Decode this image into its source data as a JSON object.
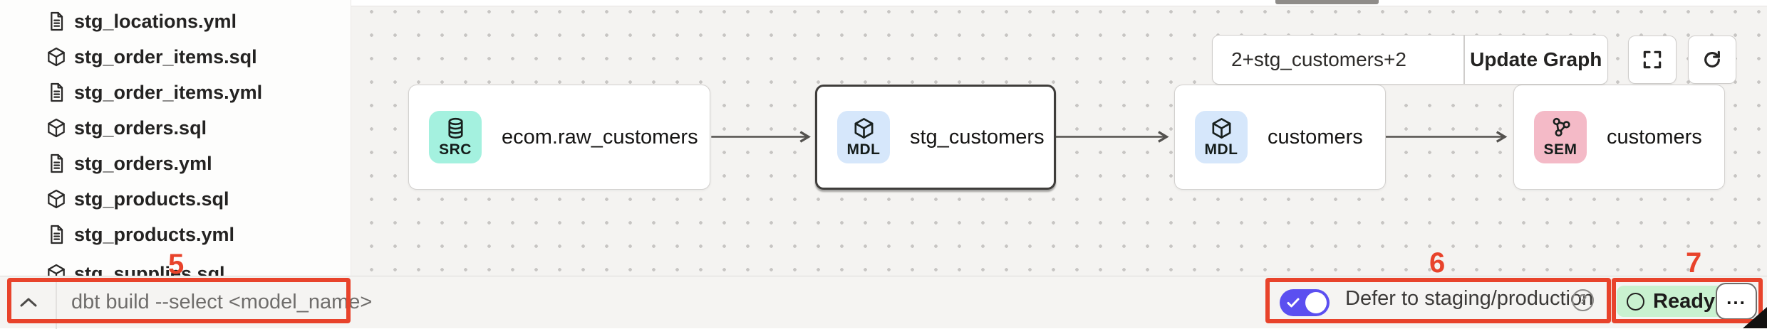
{
  "sidebar": {
    "files": [
      {
        "name": "stg_locations.yml",
        "type": "yml"
      },
      {
        "name": "stg_order_items.sql",
        "type": "sql"
      },
      {
        "name": "stg_order_items.yml",
        "type": "yml"
      },
      {
        "name": "stg_orders.sql",
        "type": "sql"
      },
      {
        "name": "stg_orders.yml",
        "type": "yml"
      },
      {
        "name": "stg_products.sql",
        "type": "sql"
      },
      {
        "name": "stg_products.yml",
        "type": "yml"
      },
      {
        "name": "stg_supplies.sql",
        "type": "sql",
        "partial": true
      }
    ]
  },
  "graph": {
    "selector": {
      "value": "2+stg_customers+2"
    },
    "update_button_label": "Update Graph",
    "nodes": [
      {
        "badge": "SRC",
        "title": "ecom.raw_customers",
        "icon": "database-icon",
        "selected": false
      },
      {
        "badge": "MDL",
        "title": "stg_customers",
        "icon": "model-cube-icon",
        "selected": true
      },
      {
        "badge": "MDL",
        "title": "customers",
        "icon": "model-cube-icon",
        "selected": false
      },
      {
        "badge": "SEM",
        "title": "customers",
        "icon": "semantic-graph-icon",
        "selected": false
      }
    ]
  },
  "bottom_bar": {
    "command_placeholder": "dbt build --select <model_name>",
    "defer_toggle": {
      "state": "on",
      "label": "Defer to staging/production"
    },
    "ready_label": "Ready"
  },
  "annotations": {
    "five": "5",
    "six": "6",
    "seven": "7"
  },
  "icons": {
    "ellipsis": "..."
  },
  "colors": {
    "annotation_red": "#e8432b",
    "toggle_purple": "#5b4ff0",
    "ready_green_bg": "#c9f2d0",
    "badge_src_mint": "#a4f1df",
    "badge_mdl_blue": "#d6e7fb",
    "badge_sem_pink": "#f4bac7",
    "canvas_bg": "#f4f3f1"
  }
}
